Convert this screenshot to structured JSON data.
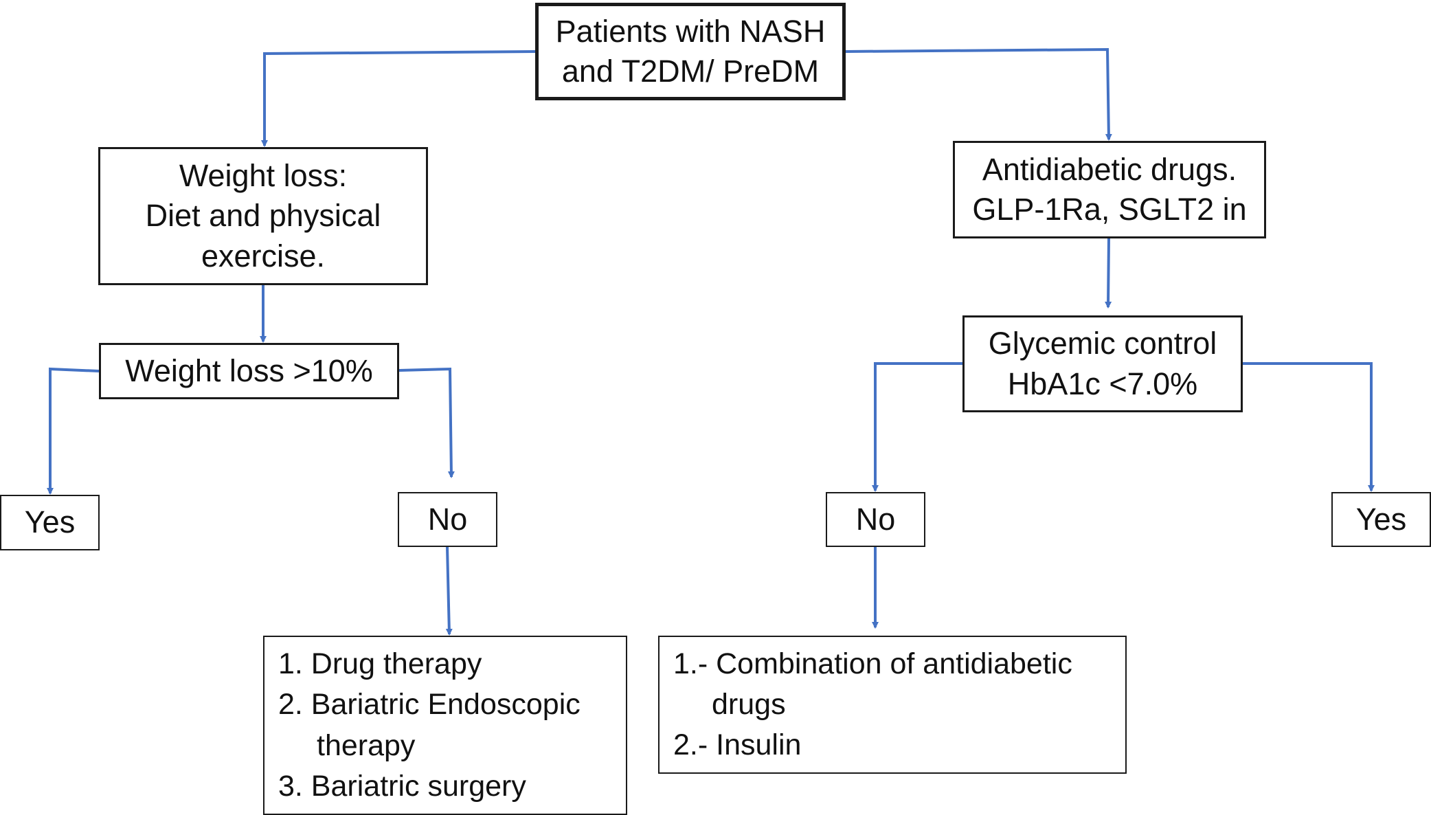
{
  "diagram": {
    "root": {
      "lines": [
        "Patients with NASH",
        "and T2DM/ PreDM"
      ]
    },
    "lifestyle": {
      "lines": [
        "Weight loss:",
        "Diet and physical",
        "exercise."
      ]
    },
    "drugs": {
      "lines": [
        "Antidiabetic drugs.",
        "GLP-1Ra, SGLT2 in"
      ]
    },
    "weight_loss_check": {
      "label": "Weight loss >10%"
    },
    "glycemic_check": {
      "lines": [
        "Glycemic control",
        "HbA1c <7.0%"
      ]
    },
    "outcomes": {
      "left_yes": "Yes",
      "left_no": "No",
      "right_no": "No",
      "right_yes": "Yes"
    },
    "weight_treatments": {
      "lines": [
        "1. Drug therapy",
        "2. Bariatric  Endoscopic",
        "therapy",
        "3. Bariatric  surgery"
      ]
    },
    "glycemic_treatments": {
      "lines": [
        "1.- Combination of antidiabetic",
        "drugs",
        "2.- Insulin"
      ]
    },
    "connector_color": "#4472c4"
  }
}
